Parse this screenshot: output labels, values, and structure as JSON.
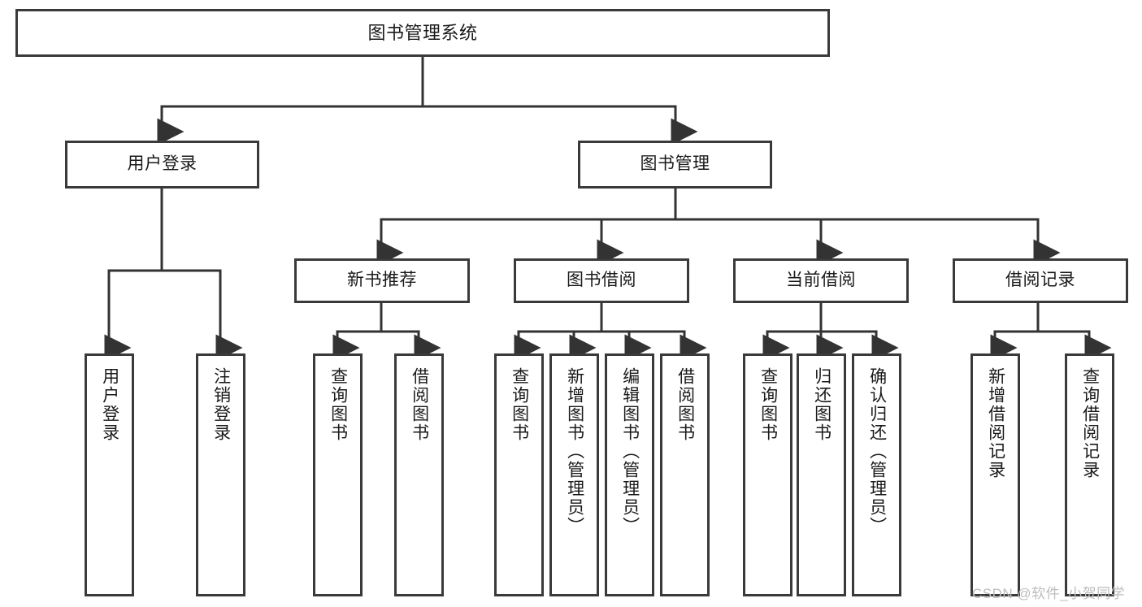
{
  "diagram": {
    "title": "图书管理系统",
    "type": "functional-structure-tree",
    "watermark": "CSDN @软件_小贺同学",
    "colors": {
      "box_border": "#3a3a3a",
      "box_fill": "#ffffff",
      "connector": "#333333",
      "text": "#1a1a1a",
      "watermark": "#bdbdbd"
    },
    "root": {
      "label": "图书管理系统"
    },
    "level2": [
      {
        "label": "用户登录"
      },
      {
        "label": "图书管理"
      }
    ],
    "level3": [
      {
        "label": "新书推荐"
      },
      {
        "label": "图书借阅"
      },
      {
        "label": "当前借阅"
      },
      {
        "label": "借阅记录"
      }
    ],
    "leaves": {
      "user_login": [
        {
          "label": "用户登录"
        },
        {
          "label": "注销登录"
        }
      ],
      "new_book": [
        {
          "label": "查询图书"
        },
        {
          "label": "借阅图书"
        }
      ],
      "book_borrow": [
        {
          "label": "查询图书"
        },
        {
          "label": "新增图书（管理员）"
        },
        {
          "label": "编辑图书（管理员）"
        },
        {
          "label": "借阅图书"
        }
      ],
      "current_borrow": [
        {
          "label": "查询图书"
        },
        {
          "label": "归还图书"
        },
        {
          "label": "确认归还（管理员）"
        }
      ],
      "borrow_record": [
        {
          "label": "新增借阅记录"
        },
        {
          "label": "查询借阅记录"
        }
      ]
    }
  }
}
